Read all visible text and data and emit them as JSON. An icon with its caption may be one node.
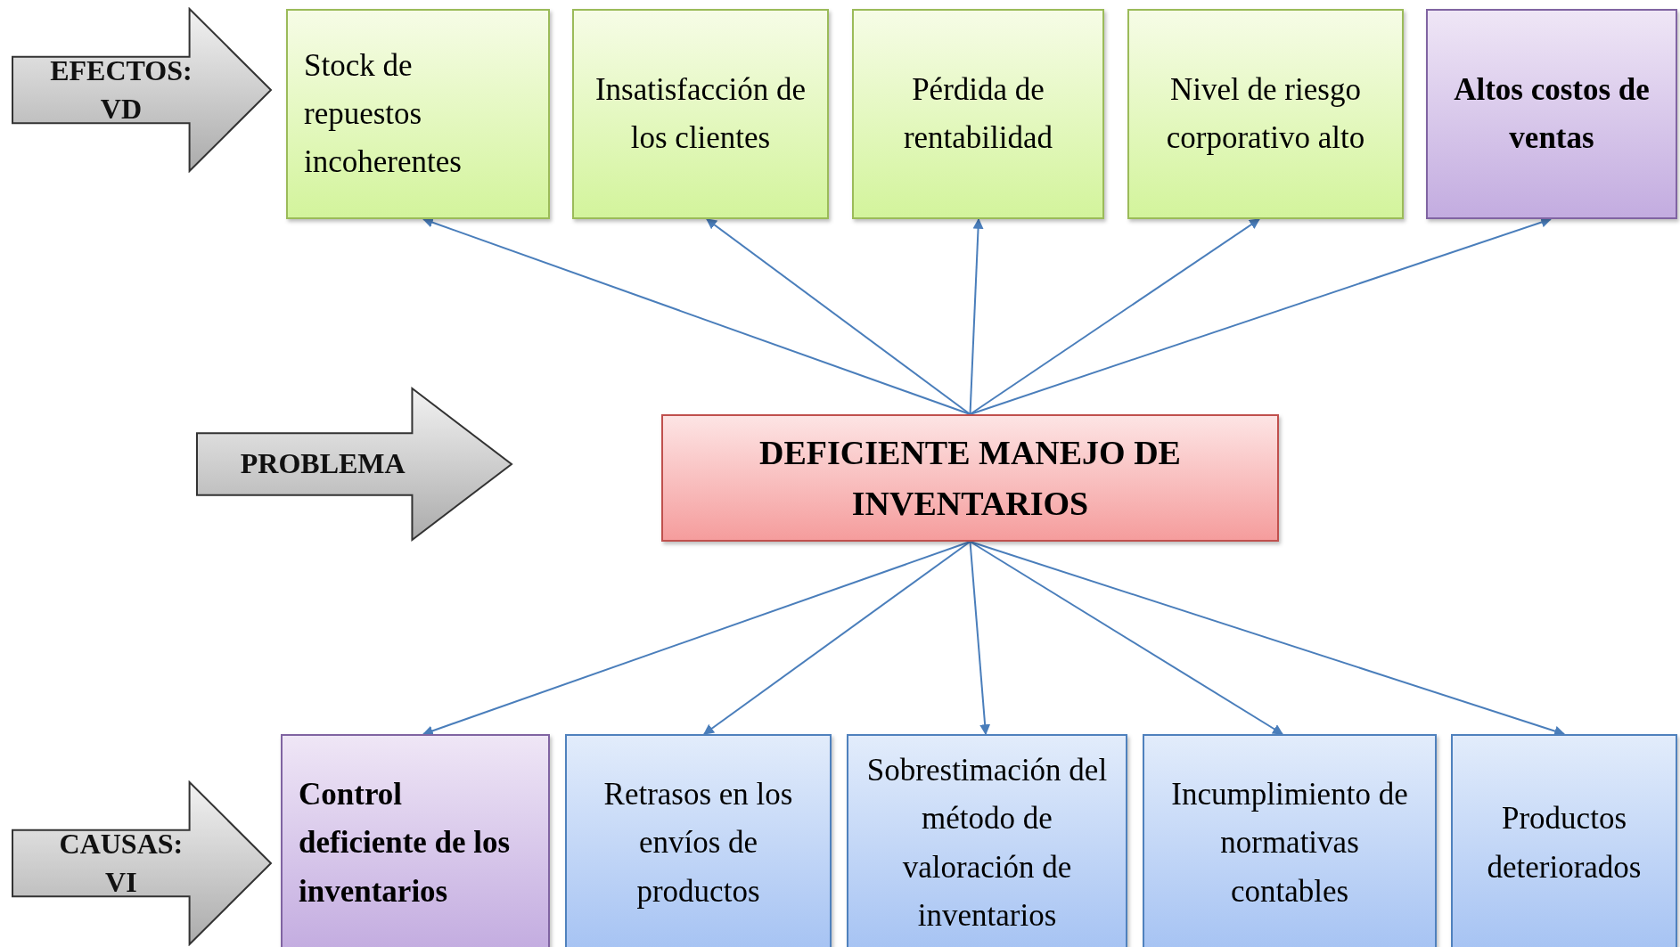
{
  "diagram": {
    "nodes": [
      {
        "text": [
          "EFECTOS: VD"
        ]
      },
      {
        "text": [
          "Stock de repuestos incoherentes"
        ]
      },
      {
        "text": [
          "Insatisfacción de los clientes"
        ]
      },
      {
        "text": [
          "Pérdida de rentabilidad"
        ]
      },
      {
        "text": [
          "Nivel de riesgo corporativo alto"
        ]
      },
      {
        "text": [
          "Altos costos de ventas"
        ]
      },
      {
        "text": [
          "PROBLEMA"
        ]
      },
      {
        "text": [
          "DEFICIENTE MANEJO DE INVENTARIOS"
        ]
      },
      {
        "text": [
          "CAUSAS: VI"
        ]
      },
      {
        "text": [
          "Control deficiente de los inventarios"
        ]
      },
      {
        "text": [
          "Retrasos en los envíos de productos"
        ]
      },
      {
        "text": [
          "Sobrestimación del método de valoración de inventarios"
        ]
      },
      {
        "text": [
          "Incumplimiento de normativas contables"
        ]
      },
      {
        "text": [
          "Productos deteriorados"
        ]
      }
    ],
    "edges": [
      {
        "from": 7,
        "to": 1,
        "arrow": "to"
      },
      {
        "from": 7,
        "to": 2,
        "arrow": "to"
      },
      {
        "from": 7,
        "to": 3,
        "arrow": "to"
      },
      {
        "from": 7,
        "to": 4,
        "arrow": "to"
      },
      {
        "from": 7,
        "to": 5,
        "arrow": "to"
      },
      {
        "from": 7,
        "to": 9,
        "arrow": "to"
      },
      {
        "from": 7,
        "to": 10,
        "arrow": "to"
      },
      {
        "from": 7,
        "to": 11,
        "arrow": "to"
      },
      {
        "from": 7,
        "to": 12,
        "arrow": "to"
      },
      {
        "from": 7,
        "to": 13,
        "arrow": "to"
      }
    ]
  }
}
